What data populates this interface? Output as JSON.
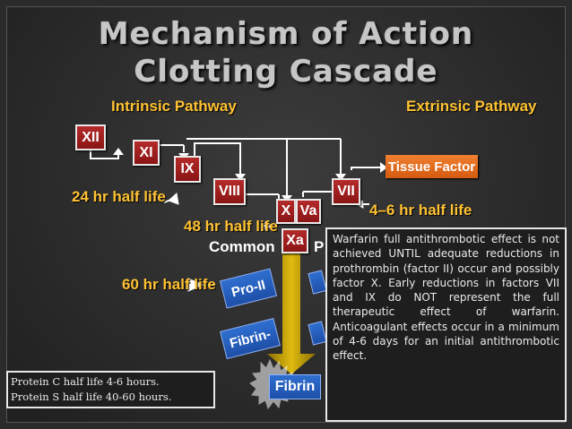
{
  "title": {
    "line1": "Mechanism of Action",
    "line2": "Clotting Cascade"
  },
  "pathways": {
    "intrinsic": "Intrinsic Pathway",
    "extrinsic": "Extrinsic Pathway",
    "common": "Common",
    "common_partial": "P"
  },
  "factors": {
    "xii": "XII",
    "xi": "XI",
    "ix": "IX",
    "viii": "VIII",
    "vii": "VII",
    "x": "X",
    "va": "Va",
    "xa": "Xa",
    "tissue_factor": "Tissue Factor"
  },
  "half_lives": {
    "ix": "24 hr half life",
    "vii": "4–6 hr half life",
    "x": "48 hr half life",
    "pro_ii": "60 hr half life"
  },
  "products": {
    "pro_ii": "Pro-II",
    "fibrinogen": "Fibrin-",
    "fibrin": "Fibrin"
  },
  "notes": {
    "warfarin": "Warfarin full antithrombotic effect is not achieved UNTIL adequate reductions in prothrombin (factor II) occur and possibly factor X. Early reductions in factors VII and IX do NOT represent the full therapeutic effect of warfarin. Anticoagulant effects occur in a minimum of 4-6 days for an initial antithrombotic effect.",
    "protein_c": "Protein C half life 4-6 hours.",
    "protein_s": "Protein S half life 40-60 hours."
  },
  "colors": {
    "factor_red": "#a31f1f",
    "tissue_factor_orange": "#e8701e",
    "label_yellow": "#ffc233",
    "product_blue": "#2a62c4",
    "main_arrow": "#c8a000"
  }
}
